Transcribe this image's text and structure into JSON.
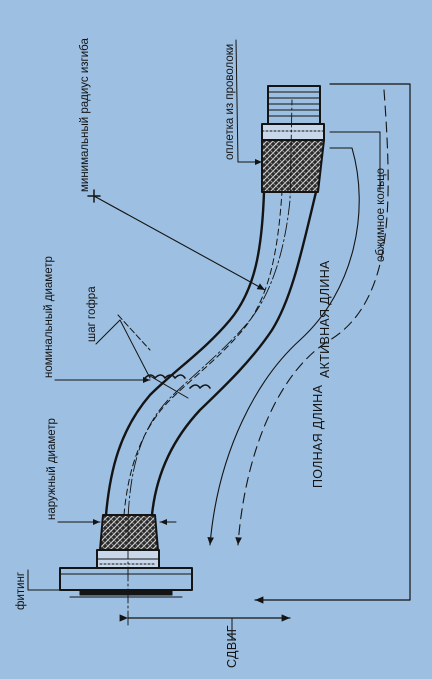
{
  "colors": {
    "background": "#9dbfe1",
    "ink": "#141414",
    "braid_fill": "#2a2a2a",
    "braid_pattern": "#d7d7d7"
  },
  "labels": {
    "fitting": "фитинг",
    "outer_diameter": "наружный диаметр",
    "nominal_diameter": "номинальный диаметр",
    "corrugation_pitch": "шаг гофра",
    "min_bend_radius": "минимальный радиус изгиба",
    "wire_braid": "оплетка из проволоки",
    "crimp_ring": "обжимное кольцо",
    "active_length": "АКТИВНАЯ ДЛИНА",
    "total_length": "ПОЛНАЯ ДЛИНА",
    "offset": "СДВИГ"
  }
}
